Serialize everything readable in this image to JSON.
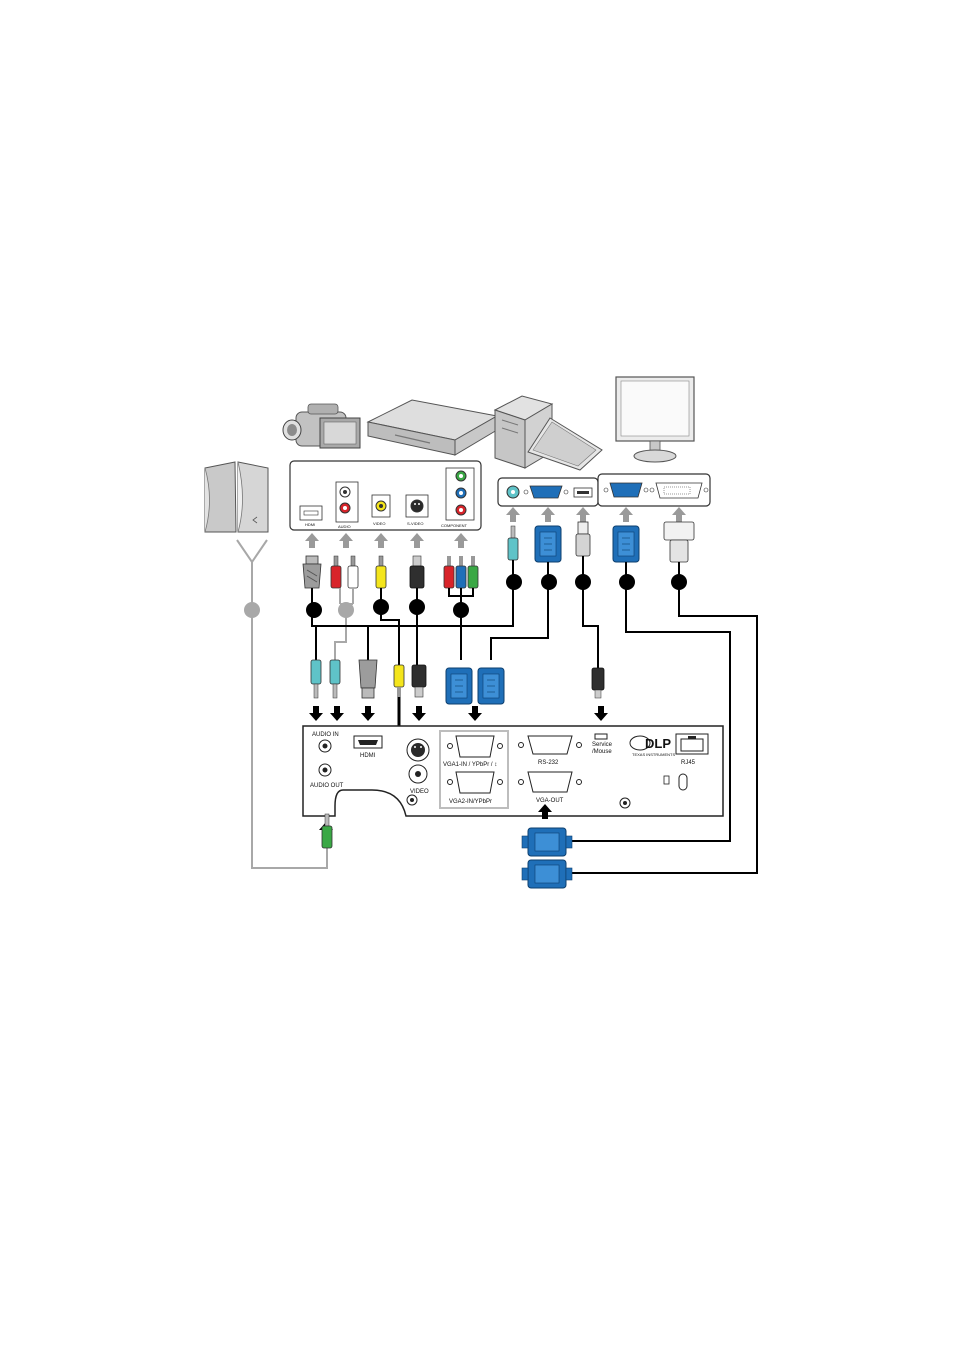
{
  "panel": {
    "audio_in": "AUDIO IN",
    "audio_out": "AUDIO OUT",
    "hdmi": "HDMI",
    "video": "VIDEO",
    "vga1": "VGA1-IN / YPbPr / ↕",
    "vga2": "VGA2-IN/YPbPr",
    "rs232": "RS-232",
    "service": "Service",
    "mouse": "/Mouse",
    "vga_out": "VGA-OUT",
    "rj45": "RJ45",
    "dlp": "DLP",
    "dlp_sub": "TEXAS INSTRUMENTS"
  },
  "source_panel": {
    "hdmi": "HDMI",
    "audio": "AUDIO",
    "video": "VIDEO",
    "svideo": "S-VIDEO",
    "component": "COMPONENT"
  },
  "colors": {
    "vga_blue": "#1f6fb8",
    "cable_gray": "#a8a8a8",
    "red": "#d8242a",
    "yellow": "#f4e51c",
    "green": "#3aa845",
    "teal": "#5fc3c8"
  }
}
